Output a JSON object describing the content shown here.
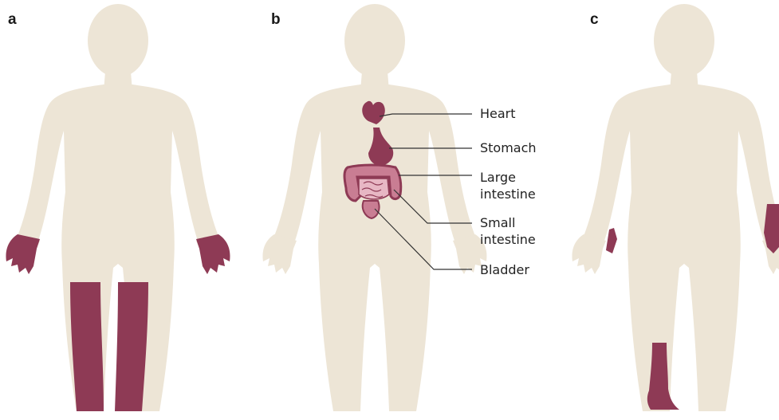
{
  "panels": {
    "a": {
      "label": "a"
    },
    "b": {
      "label": "b",
      "organs": [
        {
          "name": "heart",
          "lines": [
            "Heart"
          ]
        },
        {
          "name": "stomach",
          "lines": [
            "Stomach"
          ]
        },
        {
          "name": "large-intestine",
          "lines": [
            "Large",
            "intestine"
          ]
        },
        {
          "name": "small-intestine",
          "lines": [
            "Small",
            "intestine"
          ]
        },
        {
          "name": "bladder",
          "lines": [
            "Bladder"
          ]
        }
      ]
    },
    "c": {
      "label": "c"
    }
  },
  "colors": {
    "body": "#ede5d6",
    "affected": "#8e3a55",
    "organ_light": "#c97d93",
    "leader_line": "#333333"
  }
}
